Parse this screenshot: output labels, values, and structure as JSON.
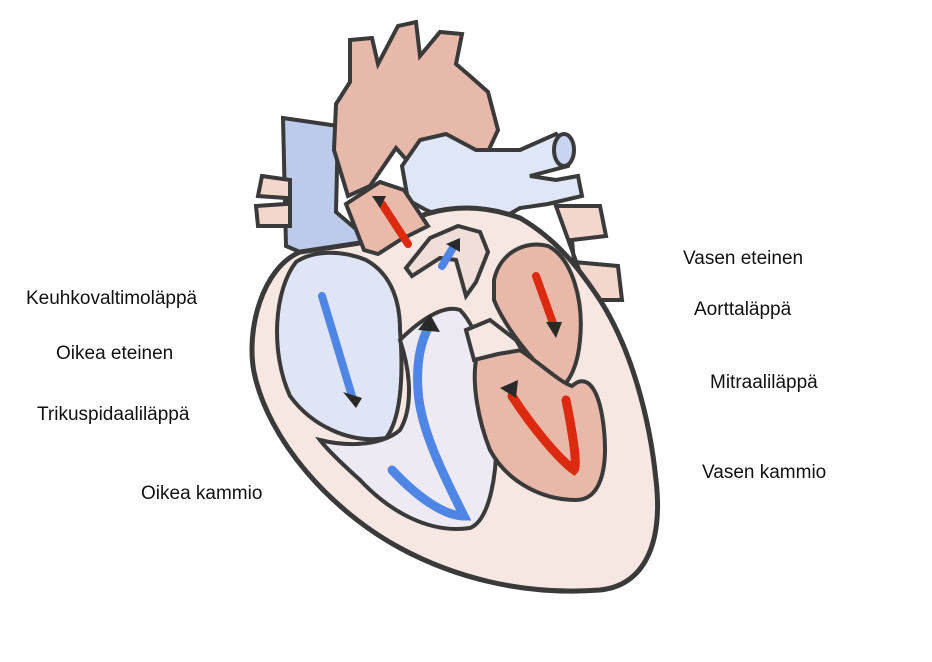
{
  "labels": [
    "Keuhkovaltimoläppä",
    "Oikea eteinen",
    "Trikuspidaaliläppä",
    "Oikea kammio",
    "Vasen eteinen",
    "Aorttaläppä",
    "Mitraaliläppä",
    "Vasen kammio"
  ],
  "colors": {
    "outline": "#3a3a3a",
    "oxygenated_fill": "#e8b8a8",
    "deoxygenated_fill": "#b9c9ec",
    "blue_flow": "#4f86e6",
    "red_flow": "#dc2a10",
    "arrow_head": "#2a2a2a"
  }
}
